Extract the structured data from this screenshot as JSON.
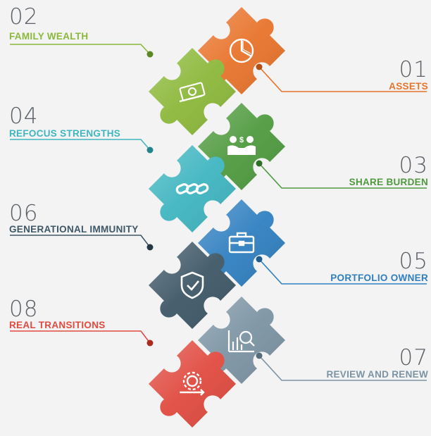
{
  "steps": [
    {
      "number": "01",
      "label": "ASSETS",
      "color": "#e8732b",
      "icon": "pie-chart-icon"
    },
    {
      "number": "02",
      "label": "FAMILY WEALTH",
      "color": "#8bb83a",
      "icon": "money-icon"
    },
    {
      "number": "03",
      "label": "SHARE BURDEN",
      "color": "#4f9a3f",
      "icon": "handshake-icon"
    },
    {
      "number": "04",
      "label": "REFOCUS STRENGTHS",
      "color": "#3fb5c0",
      "icon": "chain-icon"
    },
    {
      "number": "05",
      "label": "PORTFOLIO OWNER",
      "color": "#2f7fc0",
      "icon": "briefcase-icon"
    },
    {
      "number": "06",
      "label": "GENERATIONAL IMMUNITY",
      "color": "#3e5766",
      "icon": "shield-check-icon"
    },
    {
      "number": "07",
      "label": "REVIEW AND RENEW",
      "color": "#7b93a3",
      "icon": "chart-magnifier-icon"
    },
    {
      "number": "08",
      "label": "REAL TRANSITIONS",
      "color": "#e04a3f",
      "icon": "gear-arrow-icon"
    }
  ]
}
